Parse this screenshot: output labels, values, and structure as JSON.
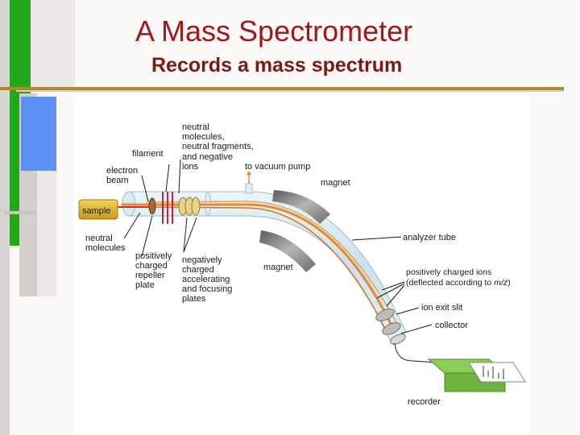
{
  "slide": {
    "title": "A Mass Spectrometer",
    "subtitle": "Records a mass spectrum"
  },
  "diagram": {
    "labels": {
      "neutral_top": [
        "neutral",
        "molecules,",
        "neutral fragments,",
        "and negative",
        "ions"
      ],
      "filament": "filament",
      "electron_beam": [
        "electron",
        "beam"
      ],
      "sample": "sample",
      "neutral_molecules": [
        "neutral",
        "molecules"
      ],
      "repeller": [
        "positively",
        "charged",
        "repeller",
        "plate"
      ],
      "accelerating": [
        "negatively",
        "charged",
        "accelerating",
        "and focusing",
        "plates"
      ],
      "vacuum_pump": "to vacuum pump",
      "magnet_top": "magnet",
      "magnet_bottom": "magnet",
      "analyzer_tube": "analyzer tube",
      "positive_ions": [
        "positively charged ions",
        "(deflected according to "
      ],
      "mz": "m/z",
      "close_paren": ")",
      "ion_exit_slit": "ion exit slit",
      "collector": "collector",
      "recorder": "recorder"
    },
    "colors": {
      "tube": "#d6eaf4",
      "beam": "#e8892a",
      "sample": "#e3b72a",
      "magnet": "#8a8a8a",
      "recorder": "#7cc24a"
    }
  }
}
